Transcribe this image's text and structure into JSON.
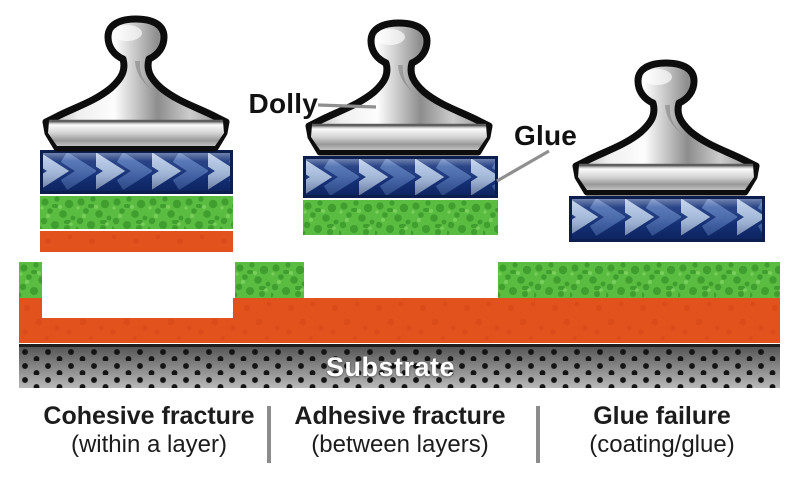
{
  "callouts": {
    "dolly": "Dolly",
    "glue": "Glue",
    "substrate": "Substrate"
  },
  "sections": [
    {
      "title": "Cohesive fracture",
      "subtitle": "(within a layer)"
    },
    {
      "title": "Adhesive fracture",
      "subtitle": "(between layers)"
    },
    {
      "title": "Glue failure",
      "subtitle": "(coating/glue)"
    }
  ],
  "colors": {
    "glue_blue_dark": "#17347c",
    "glue_blue_mid": "#4a6cb0",
    "glue_blue_light": "#aec3e3",
    "coating_green": "#5abc41",
    "coating_green_dark": "#3f9e2e",
    "coating_orange": "#e2521c",
    "substrate_gray": "#8d8d8d",
    "dolly_metal": "#c9c9c9",
    "outline_black": "#111111",
    "pointer_gray": "#8f8f8f",
    "caption_text": "#1c1c1c",
    "substrate_text": "#ffffff"
  }
}
